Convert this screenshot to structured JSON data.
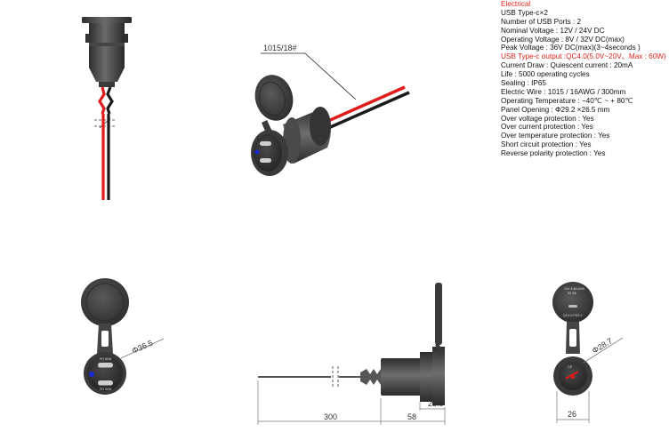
{
  "specs": {
    "heading": "Electrical",
    "lines": [
      {
        "text": "USB Type-c×2",
        "highlight": false
      },
      {
        "text": "Number of USB Ports :  2",
        "highlight": false
      },
      {
        "text": "Nominal Voltage :  12V / 24V DC",
        "highlight": false
      },
      {
        "text": "Operating Voltage :  8V / 32V DC(max)",
        "highlight": false
      },
      {
        "text": "Peak Voltage :  36V DC(max)(3~4seconds )",
        "highlight": false
      },
      {
        "text": "USB Type-c output :QC4.0(5.0V~20V、Max : 60W)",
        "highlight": true
      },
      {
        "text": "Current Draw :  Quiescent current  :  20mA",
        "highlight": false
      },
      {
        "text": "Life :  5000 operating cycles",
        "highlight": false
      },
      {
        "text": "Sealing :  IP65",
        "highlight": false
      },
      {
        "text": "Electric Wire :  1015 / 16AWG / 300mm",
        "highlight": false
      },
      {
        "text": "Operating Temperature :  −40℃ ~ + 80℃",
        "highlight": false
      },
      {
        "text": "Panel Opening :  Φ29.2 ×26.5 mm",
        "highlight": false
      },
      {
        "text": "Over voltage protection :  Yes",
        "highlight": false
      },
      {
        "text": "Over current protection :  Yes",
        "highlight": false
      },
      {
        "text": "Over temperature protection :  Yes",
        "highlight": false
      },
      {
        "text": "Short circuit protection :  Yes",
        "highlight": false
      },
      {
        "text": "Reverse polarity protection :  Yes",
        "highlight": false
      }
    ]
  },
  "labels": {
    "wire_callout": "1015/18#",
    "dim_front_diameter": "Φ36.5",
    "dim_back_diameter": "Φ28.7",
    "dim_back_width": "26",
    "dim_wire_length": "300",
    "dim_body_length": "58",
    "dim_depth": "23.9",
    "port_label_top": "PD 60W",
    "port_label_bottom": "PD 60W",
    "back_text_1": "24V 4.8A 60W",
    "back_text_2": "5V 3A",
    "back_text_3": "QC4.0 PD3.0",
    "ce_mark": "CE"
  },
  "colors": {
    "body_dark": "#3a3a3a",
    "body_mid": "#5a5a5a",
    "body_light": "#8a8a8a",
    "wire_red": "#e01b1b",
    "wire_black": "#1a1a1a",
    "led_blue": "#1a2bd6",
    "spec_red": "#e0241b",
    "dim_line": "#7a7a7a"
  }
}
